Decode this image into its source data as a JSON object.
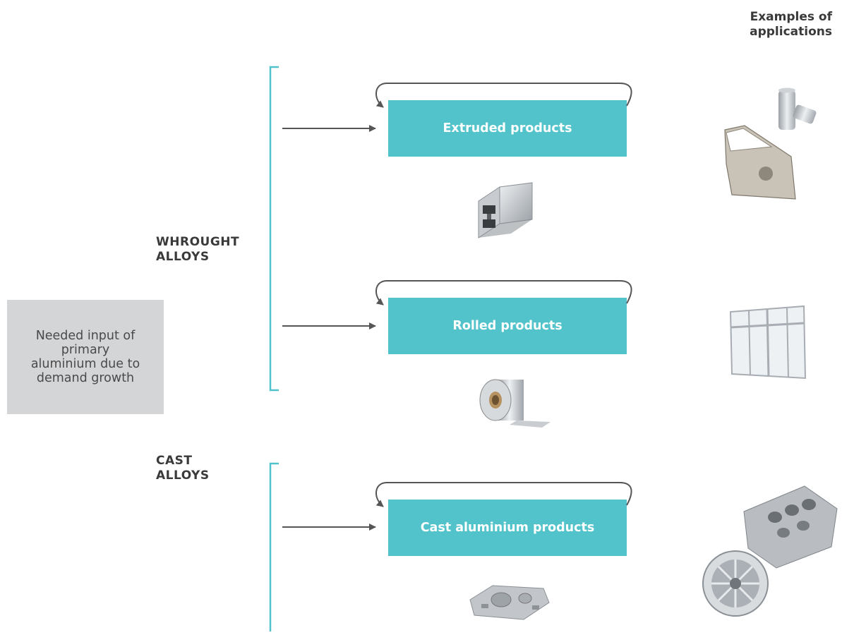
{
  "header": {
    "line1": "Examples of",
    "line2": "applications"
  },
  "input_box": {
    "text": "Needed input of primary aluminium due to demand growth"
  },
  "groups": {
    "wrought": {
      "line1": "WHROUGHT",
      "line2": "ALLOYS"
    },
    "cast": {
      "line1": "CAST",
      "line2": "ALLOYS"
    }
  },
  "products": {
    "extruded": "Extruded products",
    "rolled": "Rolled products",
    "cast": "Cast aluminium products"
  },
  "images": {
    "extruded_product": "aluminium-extrusion-profile-icon",
    "rolled_product": "aluminium-coil-icon",
    "cast_product": "cast-gearbox-cover-icon",
    "app_packaging_auto": "can-and-car-door-icon",
    "app_window": "window-frame-icon",
    "app_engine_wheel": "engine-block-and-wheel-icon"
  },
  "colors": {
    "teal": "#52c3ca",
    "grey_box": "#d4d5d7",
    "text": "#3a3a3a",
    "arrow": "#555555"
  }
}
